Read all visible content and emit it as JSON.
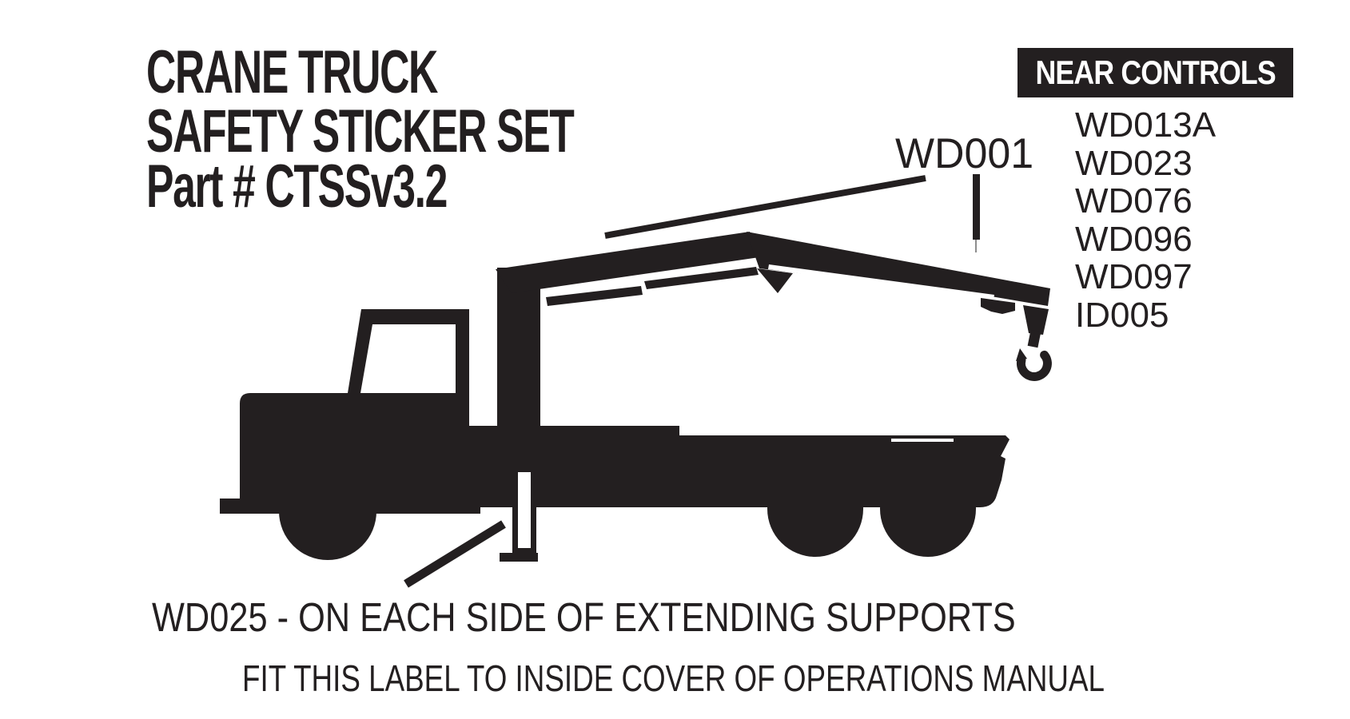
{
  "title": {
    "line1": "CRANE TRUCK",
    "line2": "SAFETY STICKER SET",
    "line3": "Part # CTSSv3.2"
  },
  "near_controls": {
    "header": "NEAR CONTROLS",
    "sticker_ids": [
      "WD013A",
      "WD023",
      "WD076",
      "WD096",
      "WD097",
      "ID005"
    ]
  },
  "boom_label": "WD001",
  "supports_note": "WD025 - ON EACH SIDE OF EXTENDING SUPPORTS",
  "manual_note": "FIT THIS LABEL TO INSIDE COVER OF OPERATIONS MANUAL",
  "illustration": {
    "icon": "crane-truck-silhouette-icon",
    "callouts": [
      "boom-pointer-line",
      "supports-pointer-line"
    ]
  },
  "colors": {
    "ink": "#231f20",
    "background": "#ffffff",
    "header_text": "#ffffff"
  }
}
